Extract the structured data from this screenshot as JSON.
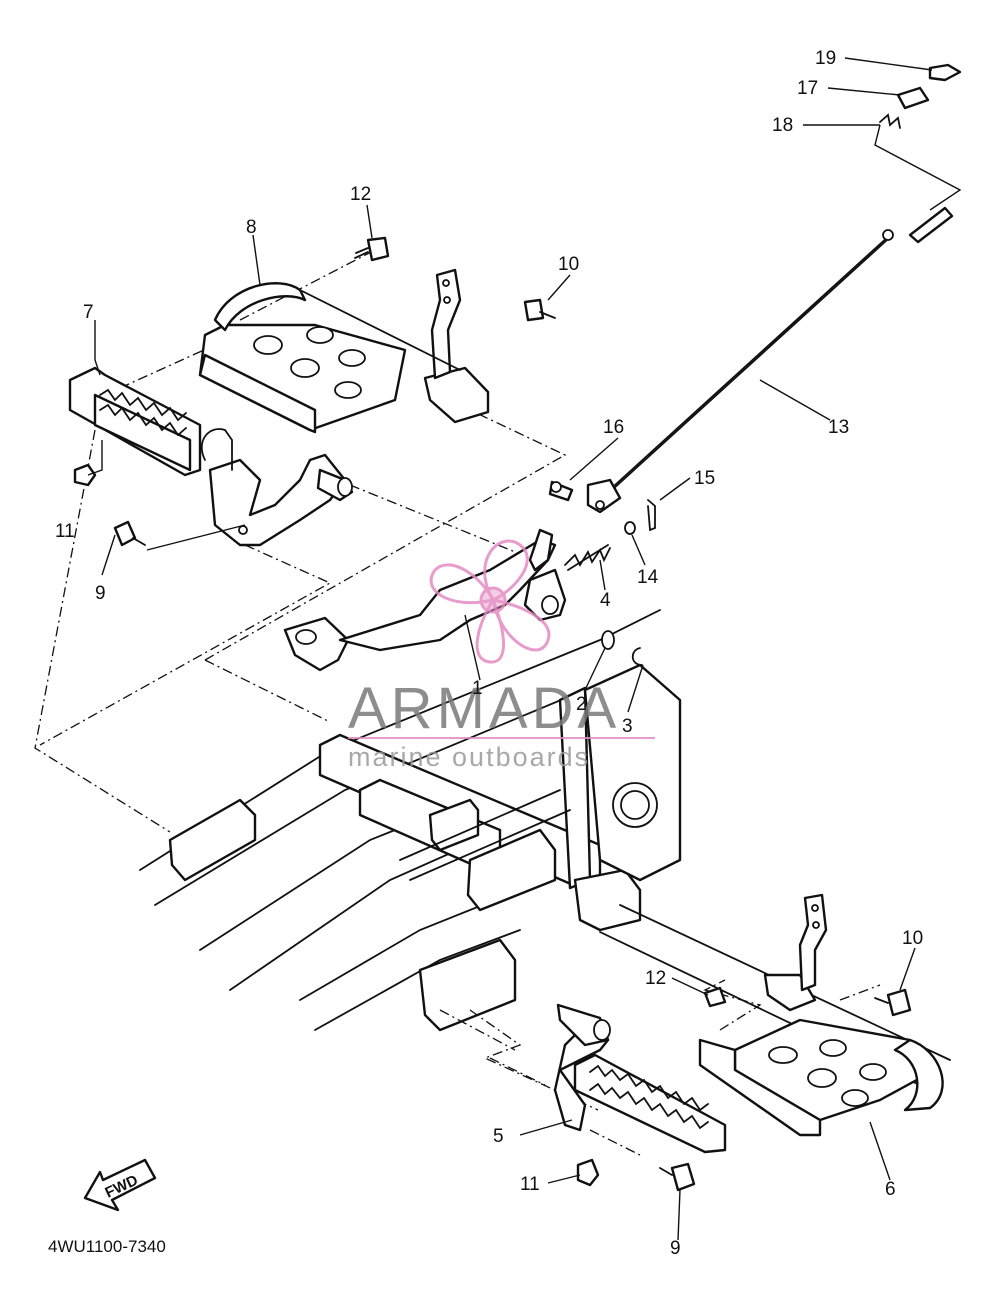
{
  "diagram_code": "4WU1100-7340",
  "fwd_label": "FWD",
  "watermark": {
    "title": "ARMADA",
    "subtitle": "marine outboards",
    "accent_color": "#e48bc4",
    "text_color": "#7a7a7a"
  },
  "callouts": {
    "c1": "1",
    "c2": "2",
    "c3": "3",
    "c4": "4",
    "c5": "5",
    "c6": "6",
    "c7": "7",
    "c8": "8",
    "c9_upper": "9",
    "c9_lower": "9",
    "c10_upper": "10",
    "c10_lower": "10",
    "c11_upper": "11",
    "c11_lower": "11",
    "c12_upper": "12",
    "c12_lower": "12",
    "c13": "13",
    "c14": "14",
    "c15": "15",
    "c16": "16",
    "c17": "17",
    "c18": "18",
    "c19": "19"
  }
}
